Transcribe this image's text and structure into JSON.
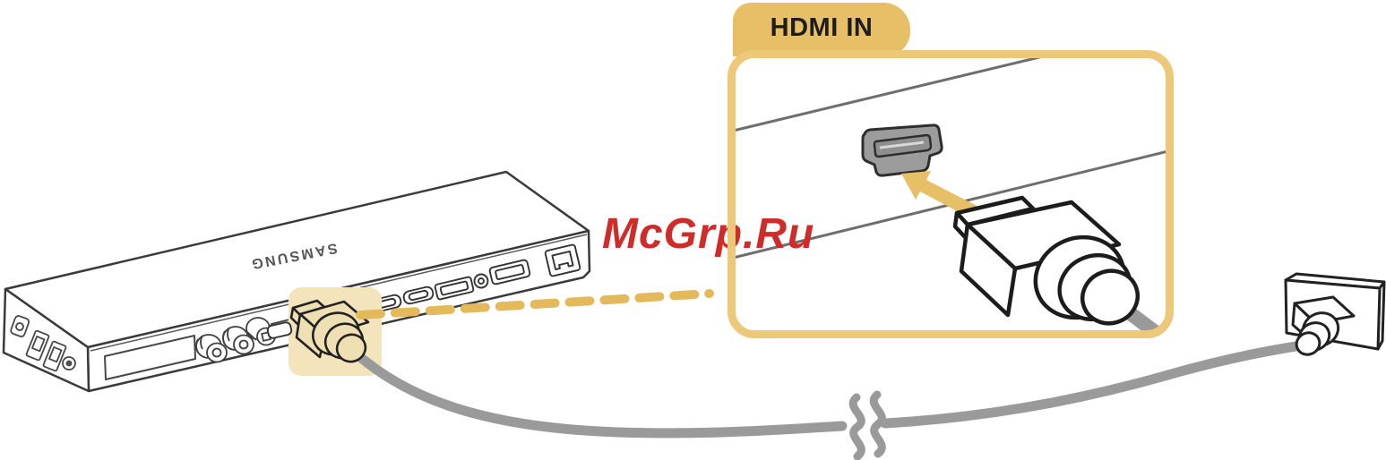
{
  "diagram": {
    "type": "connection-guide",
    "subject": "connect HDMI cable from One Connect box to TV HDMI IN port"
  },
  "callout": {
    "tab_label": "HDMI IN",
    "tab_color": "#e7bf66",
    "border_color": "#ecc878",
    "label_color": "#1d1d1d"
  },
  "device": {
    "brand": "SAMSUNG",
    "name": "one-connect-box",
    "port_icons": [
      "optical-audio-port-icon",
      "usb-port-icon",
      "usb-port-icon",
      "audio-jack-icon",
      "antenna-coax-icon",
      "antenna-coax-icon",
      "coax-cylinder-icon",
      "service-slot-icon",
      "hdmi-port-icon",
      "hdmi-port-icon",
      "displayport-icon",
      "audio-jack-icon",
      "ex-link-port-icon",
      "lan-ethernet-icon"
    ]
  },
  "watermark": {
    "text": "McGrp.Ru",
    "color": "#cf2b28"
  },
  "cable": {
    "color": "#9a9a9a",
    "break_symbol": "double-s-wave"
  },
  "highlight": {
    "color": "#f4e4bb"
  },
  "arrow": {
    "color": "#e7bf66",
    "direction": "up-left-into-port"
  },
  "dashed_link": {
    "color": "#e3b95c"
  }
}
